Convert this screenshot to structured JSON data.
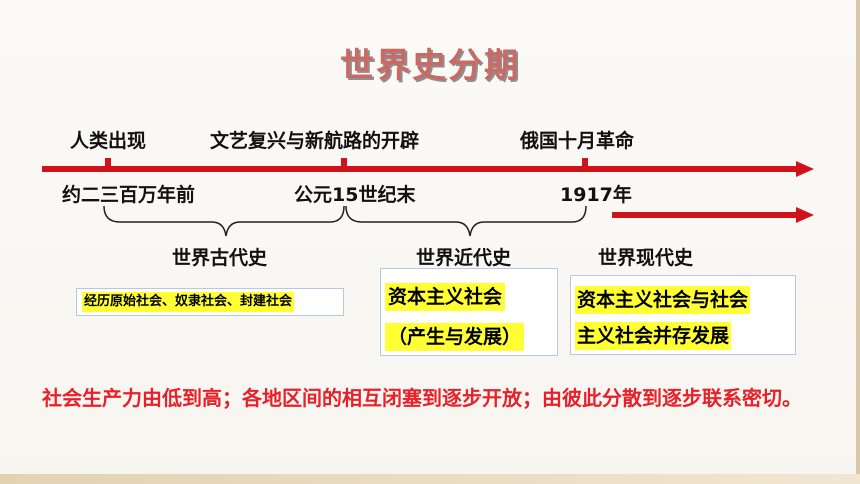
{
  "title": "世界史分期",
  "events": {
    "e1": "人类出现",
    "e2": "文艺复兴与新航路的开辟",
    "e3": "俄国十月革命"
  },
  "dates": {
    "d1": "约二三百万年前",
    "d2": "公元15世纪末",
    "d3": "1917年"
  },
  "periods": {
    "ancient": "世界古代史",
    "modern": "世界近代史",
    "contemporary": "世界现代史"
  },
  "boxes": {
    "ancient_text": "经历原始社会、奴隶社会、封建社会",
    "modern_line1": "资本主义社会",
    "modern_line2": "（产生与发展）",
    "contemporary_line1": "资本主义社会与社会",
    "contemporary_line2": "主义社会并存发展"
  },
  "summary": "社会生产力由低到高；各地区间的相互闭塞到逐步开放；由彼此分散到逐步联系密切。",
  "colors": {
    "timeline": "#d0121b",
    "title": "#c96a65",
    "highlight": "#ffff33",
    "summary": "#e8202a"
  }
}
